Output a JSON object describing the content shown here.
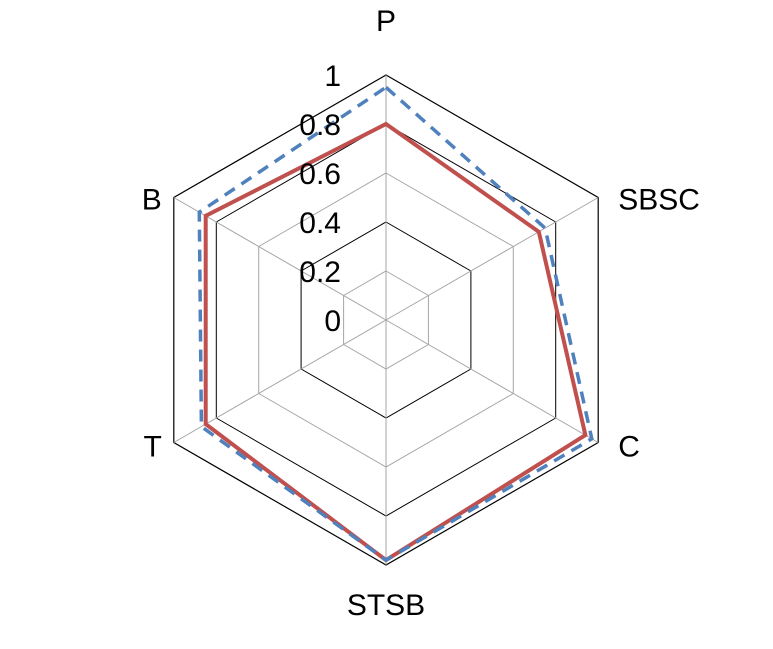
{
  "chart_data": {
    "type": "radar",
    "title": "",
    "categories": [
      "P",
      "SBSC",
      "C",
      "STSB",
      "T",
      "B"
    ],
    "ticks": [
      "0",
      "0.2",
      "0.4",
      "0.6",
      "0.8",
      "1"
    ],
    "range": [
      0,
      1
    ],
    "grid": true,
    "legend": "none",
    "series": [
      {
        "values": [
          0.8,
          0.72,
          0.94,
          0.98,
          0.85,
          0.85
        ],
        "color": "#C0504D",
        "dash": "solid"
      },
      {
        "values": [
          0.95,
          0.75,
          0.97,
          0.98,
          0.87,
          0.88
        ],
        "color": "#4F81BD",
        "dash": "dashed"
      }
    ]
  }
}
